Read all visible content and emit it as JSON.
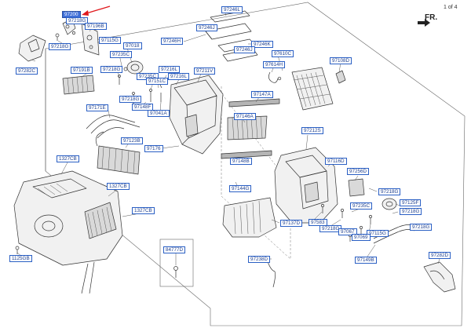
{
  "page": {
    "number": "1 of 4"
  },
  "direction": {
    "label": "FR."
  },
  "highlight_color": "#e0181c",
  "selected_part": "97200",
  "callouts": [
    {
      "id": "97200",
      "label": "97200",
      "selected": true
    },
    {
      "id": "97218G",
      "label": "97218G"
    },
    {
      "id": "97196B",
      "label": "97196B"
    },
    {
      "id": "97218G",
      "label": "97218G"
    },
    {
      "id": "97115G",
      "label": "97115G"
    },
    {
      "id": "97018",
      "label": "97018"
    },
    {
      "id": "97235C",
      "label": "97235C"
    },
    {
      "id": "97282C",
      "label": "97282C"
    },
    {
      "id": "97191B",
      "label": "97191B"
    },
    {
      "id": "97218G",
      "label": "97218G"
    },
    {
      "id": "97216L",
      "label": "97216L"
    },
    {
      "id": "97235C",
      "label": "97235C"
    },
    {
      "id": "97216L",
      "label": "97216L"
    },
    {
      "id": "97151C",
      "label": "97151C"
    },
    {
      "id": "97211V",
      "label": "97211V"
    },
    {
      "id": "97246L",
      "label": "97246L"
    },
    {
      "id": "97246J",
      "label": "97246J"
    },
    {
      "id": "97246H",
      "label": "97246H"
    },
    {
      "id": "97246K",
      "label": "97246K"
    },
    {
      "id": "97246J",
      "label": "97246J"
    },
    {
      "id": "97610C",
      "label": "97610C"
    },
    {
      "id": "97614H",
      "label": "97614H"
    },
    {
      "id": "97108D",
      "label": "97108D"
    },
    {
      "id": "97218G",
      "label": "97218G"
    },
    {
      "id": "97148F",
      "label": "97148F"
    },
    {
      "id": "97041A",
      "label": "97041A"
    },
    {
      "id": "97171E",
      "label": "97171E"
    },
    {
      "id": "97147A",
      "label": "97147A"
    },
    {
      "id": "97146A",
      "label": "97146A"
    },
    {
      "id": "97123B",
      "label": "97123B"
    },
    {
      "id": "97176",
      "label": "97176"
    },
    {
      "id": "97212S",
      "label": "97212S"
    },
    {
      "id": "97148B",
      "label": "97148B"
    },
    {
      "id": "97116D",
      "label": "97116D"
    },
    {
      "id": "1327CB",
      "label": "1327CB"
    },
    {
      "id": "1327CB",
      "label": "1327CB"
    },
    {
      "id": "97144G",
      "label": "97144G"
    },
    {
      "id": "97256D",
      "label": "97256D"
    },
    {
      "id": "97218G",
      "label": "97218G"
    },
    {
      "id": "97235C",
      "label": "97235C"
    },
    {
      "id": "1327CB",
      "label": "1327CB"
    },
    {
      "id": "97125F",
      "label": "97125F"
    },
    {
      "id": "97218G",
      "label": "97218G"
    },
    {
      "id": "97137D",
      "label": "97137D"
    },
    {
      "id": "97583",
      "label": "97583"
    },
    {
      "id": "97218G",
      "label": "97218G"
    },
    {
      "id": "97067",
      "label": "97067"
    },
    {
      "id": "97115G",
      "label": "97115G"
    },
    {
      "id": "97218G",
      "label": "97218G"
    },
    {
      "id": "97069",
      "label": "97069"
    },
    {
      "id": "1125GB",
      "label": "1125GB"
    },
    {
      "id": "84777D",
      "label": "84777D"
    },
    {
      "id": "97238D",
      "label": "97238D"
    },
    {
      "id": "97149B",
      "label": "97149B"
    },
    {
      "id": "97282D",
      "label": "97282D"
    }
  ]
}
